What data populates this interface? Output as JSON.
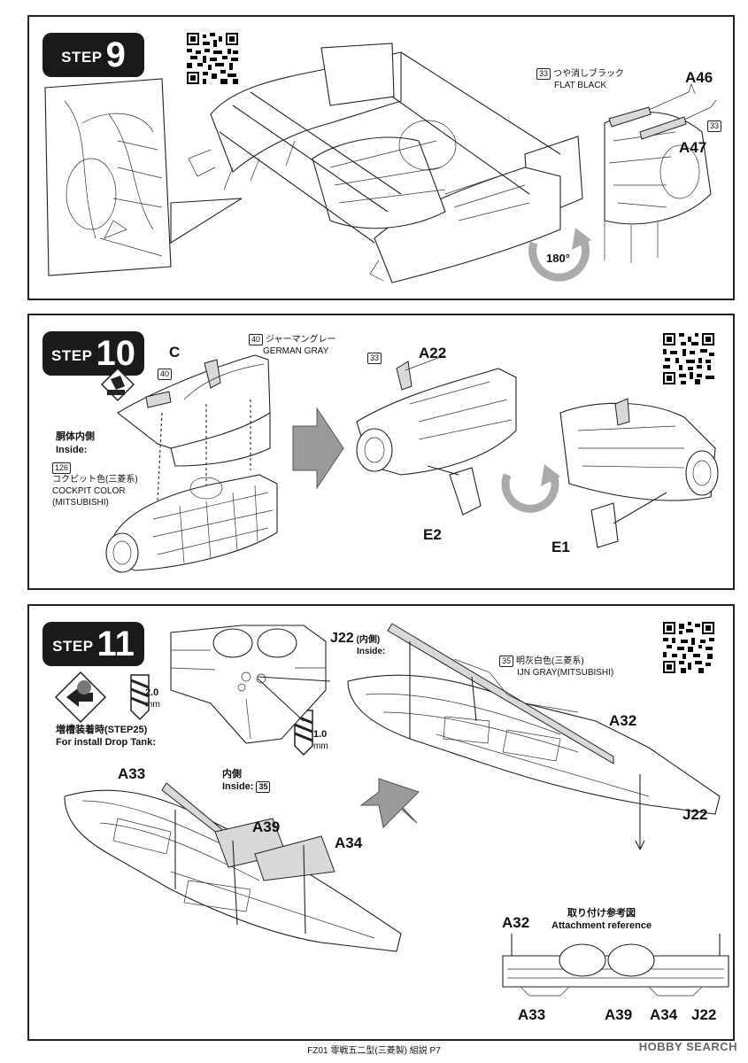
{
  "step9": {
    "step_word": "STEP",
    "step_number": "9",
    "paint_ref": "33",
    "paint_jp": "つや消しブラック",
    "paint_en": "FLAT BLACK",
    "part_a46": "A46",
    "part_a47": "A47",
    "paint_ref_small": "33",
    "rotate_label": "180°"
  },
  "step10": {
    "step_word": "STEP",
    "step_number": "10",
    "part_c": "C",
    "paint_40_ref": "40",
    "paint_40_jp": "ジャーマングレー",
    "paint_40_en": "GERMAN GRAY",
    "paint_40_ref_b": "40",
    "inside_jp": "胴体内側",
    "inside_en": "Inside:",
    "paint_126_ref": "126",
    "paint_126_jp": "コクピット色(三菱系)",
    "paint_126_en1": "COCKPIT COLOR",
    "paint_126_en2": "(MITSUBISHI)",
    "paint_33_ref": "33",
    "part_a22": "A22",
    "part_e2": "E2",
    "part_e1": "E1"
  },
  "step11": {
    "step_word": "STEP",
    "step_number": "11",
    "drill_a": "2.0",
    "drill_a_unit": "mm",
    "drill_b": "1.0",
    "drill_b_unit": "mm",
    "drop_tank_jp": "増槽装着時(STEP25)",
    "drop_tank_en": "For install Drop Tank:",
    "part_j22_inside": "J22",
    "j22_inside_jp": "(内側)",
    "j22_inside_en": "Inside:",
    "paint_35_ref": "35",
    "paint_35_jp": "明灰白色(三菱系)",
    "paint_35_en": "IJN GRAY(MITSUBISHI)",
    "part_a32": "A32",
    "part_j22": "J22",
    "part_a33": "A33",
    "inside2_jp": "内側",
    "inside2_en": "Inside:",
    "paint_35_ref_b": "35",
    "part_a39": "A39",
    "part_a34": "A34",
    "ref_jp": "取り付け参考図",
    "ref_en": "Attachment reference",
    "ref_a32": "A32",
    "ref_a33": "A33",
    "ref_a39": "A39",
    "ref_a34": "A34",
    "ref_j22": "J22"
  },
  "footer": {
    "text": "FZ01 零戦五二型(三菱製) 組説 P7",
    "watermark": "HOBBY SEARCH"
  }
}
